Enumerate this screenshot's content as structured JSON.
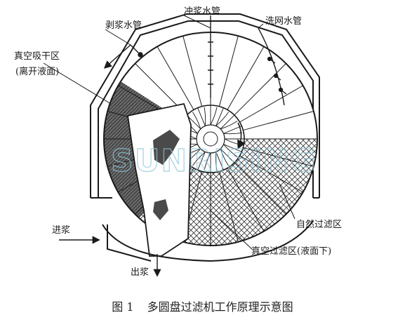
{
  "labels": {
    "scraper_pipe": "剥浆水管",
    "flush_pipe": "冲浆水管",
    "wash_pipe": "洗网水管",
    "vacuum_dry_zone": "真空吸干区",
    "off_liquid": "(离开液面)",
    "natural_filter_zone": "自然过滤区",
    "vacuum_filter_zone": "真空过滤区(液面下)",
    "feed": "进浆",
    "discharge": "出浆"
  },
  "watermark": "SUNRISING",
  "caption": {
    "figure_no": "图 1",
    "title": "多圆盘过滤机工作原理示意图"
  },
  "colors": {
    "line": "#1a1a1a",
    "dark_zone": "#555555",
    "watermark": "#8fc7d9"
  },
  "icons": [
    "arrow-icon",
    "spray-nozzle-icon",
    "rotation-arrow-icon"
  ]
}
